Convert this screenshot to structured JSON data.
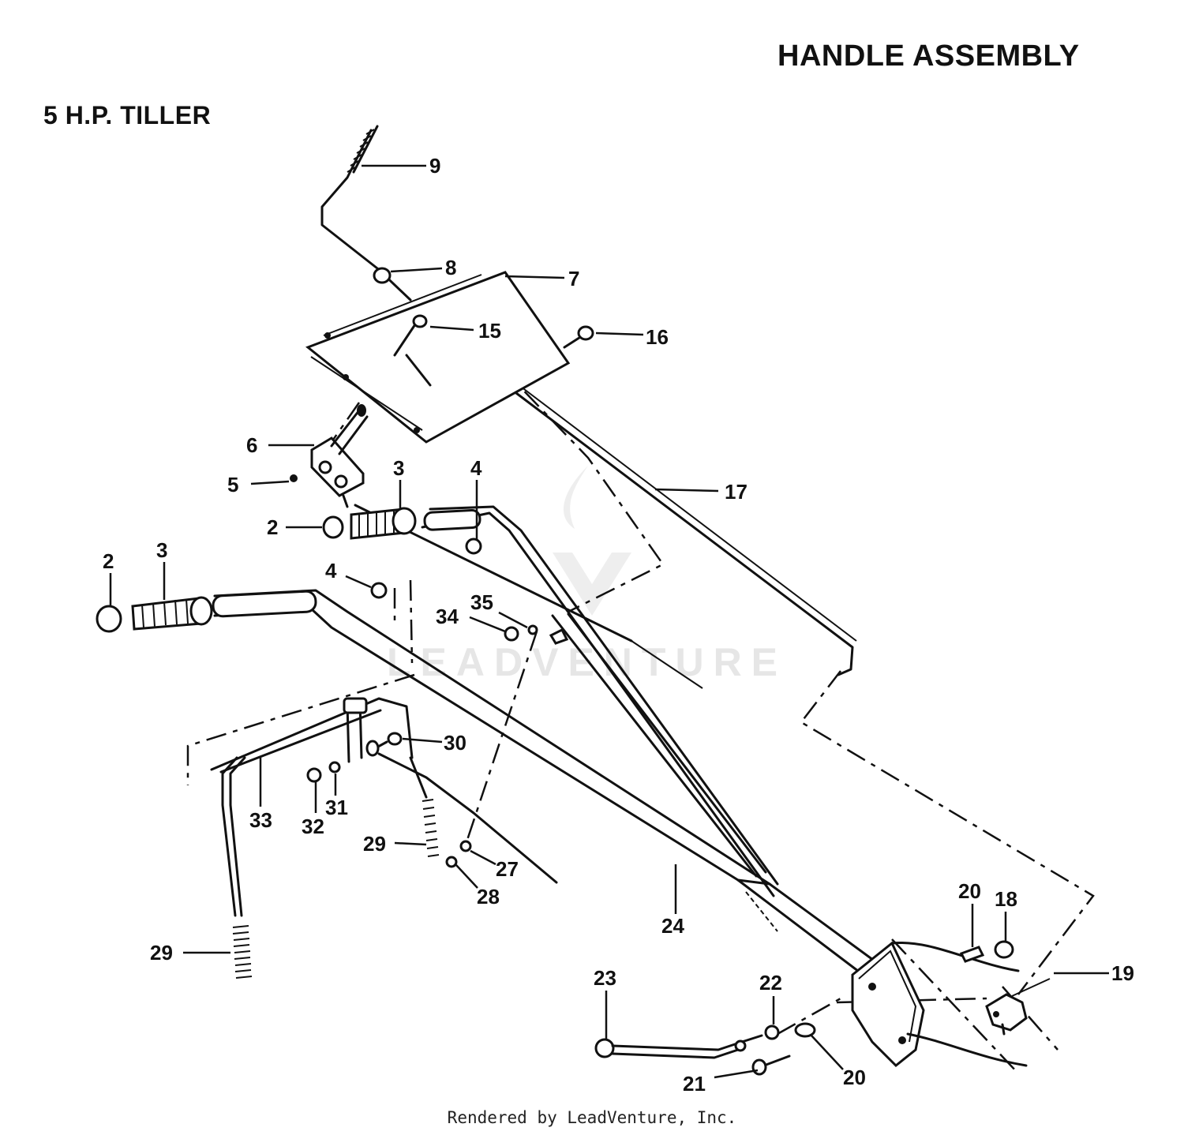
{
  "header": {
    "title": "HANDLE ASSEMBLY",
    "subtitle": "5 H.P. TILLER"
  },
  "watermark": "LEADVENTURE",
  "footer": "Rendered by LeadVenture, Inc.",
  "callouts": {
    "c9": "9",
    "c8": "8",
    "c7": "7",
    "c15": "15",
    "c16": "16",
    "c6": "6",
    "c5": "5",
    "c17": "17",
    "c3a": "3",
    "c4a": "4",
    "c2a": "2",
    "c2b": "2",
    "c3b": "3",
    "c4b": "4",
    "c34": "34",
    "c35": "35",
    "c30": "30",
    "c33": "33",
    "c31": "31",
    "c32": "32",
    "c29a": "29",
    "c27": "27",
    "c28": "28",
    "c24": "24",
    "c29b": "29",
    "c20a": "20",
    "c18": "18",
    "c19": "19",
    "c23": "23",
    "c22": "22",
    "c21": "21",
    "c20b": "20"
  }
}
